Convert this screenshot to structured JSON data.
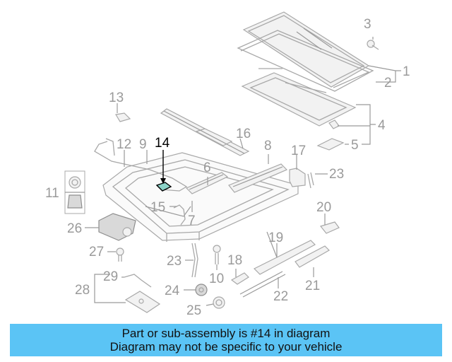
{
  "diagram": {
    "highlight_part": "14",
    "callouts": [
      {
        "id": "p1",
        "label": "1"
      },
      {
        "id": "p2",
        "label": "2"
      },
      {
        "id": "p3",
        "label": "3"
      },
      {
        "id": "p4",
        "label": "4"
      },
      {
        "id": "p5",
        "label": "5"
      },
      {
        "id": "p6",
        "label": "6"
      },
      {
        "id": "p7",
        "label": "7"
      },
      {
        "id": "p8",
        "label": "8"
      },
      {
        "id": "p9",
        "label": "9"
      },
      {
        "id": "p10",
        "label": "10"
      },
      {
        "id": "p11",
        "label": "11"
      },
      {
        "id": "p12",
        "label": "12"
      },
      {
        "id": "p13",
        "label": "13"
      },
      {
        "id": "p14",
        "label": "14"
      },
      {
        "id": "p15",
        "label": "15"
      },
      {
        "id": "p16",
        "label": "16"
      },
      {
        "id": "p17",
        "label": "17"
      },
      {
        "id": "p18",
        "label": "18"
      },
      {
        "id": "p19",
        "label": "19"
      },
      {
        "id": "p20",
        "label": "20"
      },
      {
        "id": "p21",
        "label": "21"
      },
      {
        "id": "p22",
        "label": "22"
      },
      {
        "id": "p23a",
        "label": "23"
      },
      {
        "id": "p23b",
        "label": "23"
      },
      {
        "id": "p24",
        "label": "24"
      },
      {
        "id": "p25",
        "label": "25"
      },
      {
        "id": "p26",
        "label": "26"
      },
      {
        "id": "p27",
        "label": "27"
      },
      {
        "id": "p28",
        "label": "28"
      },
      {
        "id": "p29",
        "label": "29"
      }
    ]
  },
  "banner": {
    "line1": "Part or sub-assembly is #14 in diagram",
    "line2": "Diagram may not be specific to your vehicle",
    "background": "#5bc4f5"
  },
  "colors": {
    "part_line": "#a8a8a8",
    "label": "#9a9a9a",
    "highlight": "#000000"
  }
}
